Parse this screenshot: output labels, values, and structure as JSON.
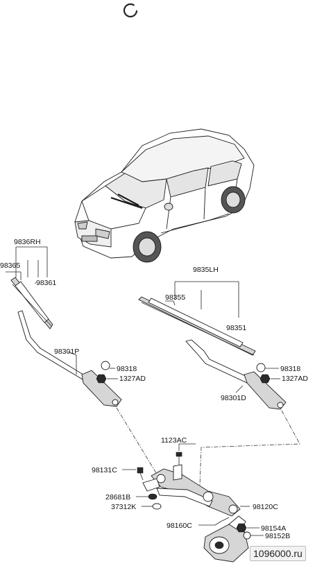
{
  "labels": {
    "rh_assembly": "9836RH",
    "rh_blade_left": "98365",
    "rh_blade_right": "98361",
    "rh_arm": "98301P",
    "rh_cap": "98318",
    "rh_nut": "1327AD",
    "lh_assembly": "9835LH",
    "lh_blade_left": "98355",
    "lh_blade_right": "98351",
    "lh_arm": "98301D",
    "lh_cap": "98318",
    "lh_nut": "1327AD",
    "bolt_top": "1123AC",
    "bolt_left": "98131C",
    "bushing_a": "28681B",
    "bushing_b": "37312K",
    "linkage": "98120C",
    "motor": "98160C",
    "nut_a": "98154A",
    "cap_b": "98152B"
  },
  "watermark": "1096000.ru"
}
